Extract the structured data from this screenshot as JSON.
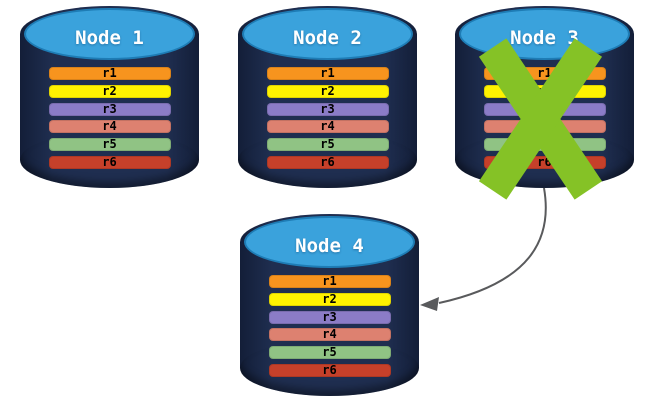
{
  "diagram": {
    "nodes": [
      {
        "label": "Node 1",
        "status": "active"
      },
      {
        "label": "Node 2",
        "status": "active"
      },
      {
        "label": "Node 3",
        "status": "failed"
      },
      {
        "label": "Node 4",
        "status": "active"
      }
    ],
    "replicas": [
      {
        "label": "r1",
        "color": "#F7941E"
      },
      {
        "label": "r2",
        "color": "#FFF200"
      },
      {
        "label": "r3",
        "color": "#8B7CC7"
      },
      {
        "label": "r4",
        "color": "#DD8170"
      },
      {
        "label": "r5",
        "color": "#90C384"
      },
      {
        "label": "r6",
        "color": "#C6402A"
      }
    ]
  },
  "colors": {
    "node_body": "#1F2E50",
    "node_body_edge": "#131E38",
    "node_top": "#3AA2DC",
    "node_top_border": "#1E7CB5",
    "node_title_text": "#FFFFFF",
    "replica_text": "#000000",
    "failure_x": "#85C226",
    "arrow": "#595A5C",
    "background": "#FFFFFF"
  }
}
